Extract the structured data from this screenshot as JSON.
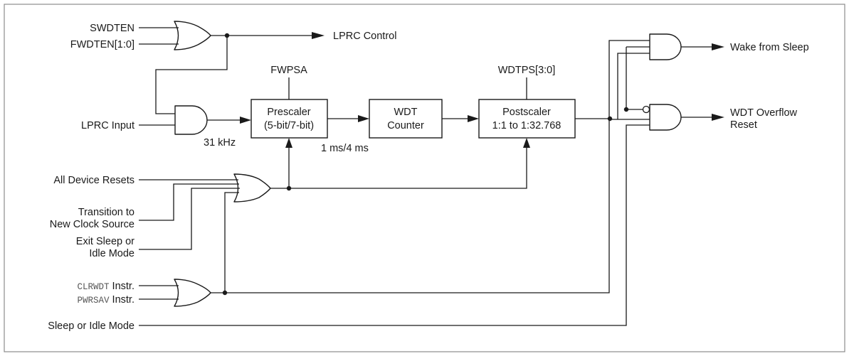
{
  "inputs": {
    "swdten": "SWDTEN",
    "fwdten": "FWDTEN[1:0]",
    "lprc_input": "LPRC Input",
    "all_device_resets": "All Device Resets",
    "transition_line1": "Transition to",
    "transition_line2": "New Clock Source",
    "exit_sleep_line1": "Exit Sleep or",
    "exit_sleep_line2": "Idle Mode",
    "clrwdt_mnemonic": "CLRWDT",
    "clrwdt_suffix": " Instr.",
    "pwrsav_mnemonic": "PWRSAV",
    "pwrsav_suffix": " Instr.",
    "sleep_idle": "Sleep or Idle Mode"
  },
  "outputs": {
    "lprc_control": "LPRC Control",
    "wake_from_sleep": "Wake from Sleep",
    "wdt_overflow_line1": "WDT Overflow",
    "wdt_overflow_line2": "Reset"
  },
  "blocks": {
    "prescaler_title": "Prescaler",
    "prescaler_detail": "(5-bit/7-bit)",
    "prescaler_config": "FWPSA",
    "counter_line1": "WDT",
    "counter_line2": "Counter",
    "postscaler_title": "Postscaler",
    "postscaler_detail": "1:1 to 1:32.768",
    "postscaler_config": "WDTPS[3:0]"
  },
  "annotations": {
    "clock_freq": "31 kHz",
    "period": "1 ms/4 ms"
  },
  "gates": {
    "or_enable": "or-gate-icon",
    "and_clock": "and-gate-icon",
    "or_reset": "or-gate-icon",
    "or_clear": "or-gate-icon",
    "and_wake": "and-gate-icon",
    "and_overflow": "and-gate-icon"
  },
  "colors": {
    "line": "#1a1a1a",
    "frame": "#8c8c8c",
    "mnemonic": "#555555"
  }
}
